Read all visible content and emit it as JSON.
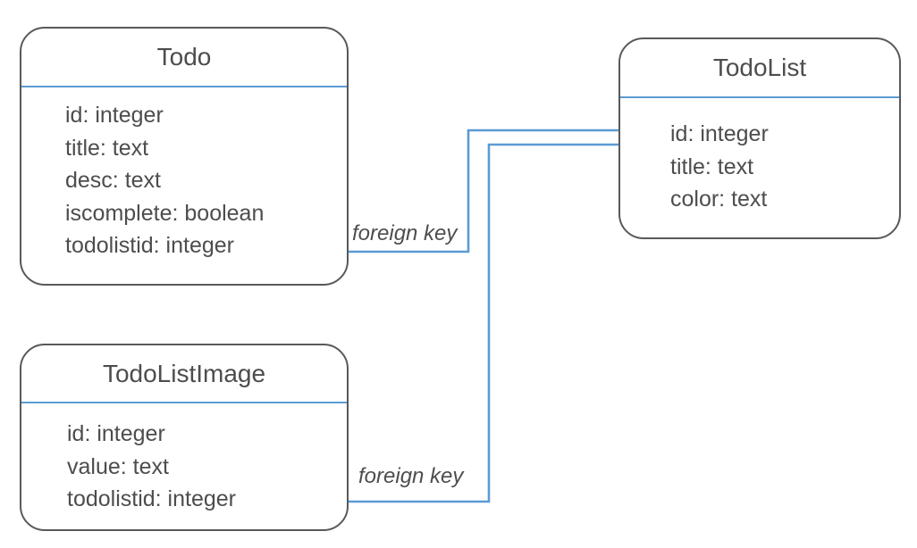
{
  "entities": {
    "todo": {
      "title": "Todo",
      "fields": [
        "id: integer",
        "title: text",
        "desc: text",
        "iscomplete: boolean",
        "todolistid: integer"
      ]
    },
    "todolist": {
      "title": "TodoList",
      "fields": [
        "id: integer",
        "title: text",
        "color: text"
      ]
    },
    "todolistimage": {
      "title": "TodoListImage",
      "fields": [
        "id: integer",
        "value: text",
        "todolistid: integer"
      ]
    }
  },
  "connections": {
    "todo_todolist": {
      "label": "foreign key",
      "from": "Todo.todolistid",
      "to": "TodoList.id"
    },
    "todolistimage_todolist": {
      "label": "foreign key",
      "from": "TodoListImage.todolistid",
      "to": "TodoList.id"
    }
  },
  "colors": {
    "connector_blue": "#5b9bd5",
    "border_gray": "#595959",
    "text_gray": "#4d4d4d",
    "background": "#ffffff"
  }
}
